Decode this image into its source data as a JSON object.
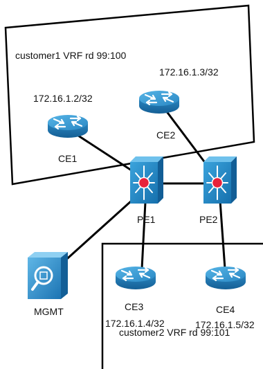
{
  "regions": {
    "customer1": {
      "label": "customer1 VRF rd 99:100"
    },
    "customer2": {
      "label": "customer2 VRF rd 99:101"
    }
  },
  "devices": {
    "ce1": {
      "name": "CE1",
      "ip": "172.16.1.2/32",
      "icon": "router-icon"
    },
    "ce2": {
      "name": "CE2",
      "ip": "172.16.1.3/32",
      "icon": "router-icon"
    },
    "ce3": {
      "name": "CE3",
      "ip": "172.16.1.4/32",
      "icon": "router-icon"
    },
    "ce4": {
      "name": "CE4",
      "ip": "172.16.1.5/32",
      "icon": "router-icon"
    },
    "pe1": {
      "name": "PE1",
      "icon": "multilayer-switch-icon"
    },
    "pe2": {
      "name": "PE2",
      "icon": "multilayer-switch-icon"
    },
    "mgmt": {
      "name": "MGMT",
      "icon": "management-server-icon"
    }
  },
  "links": [
    [
      "ce1",
      "pe1"
    ],
    [
      "ce2",
      "pe2"
    ],
    [
      "pe1",
      "pe2"
    ],
    [
      "pe1",
      "ce3"
    ],
    [
      "pe2",
      "ce4"
    ],
    [
      "pe1",
      "mgmt"
    ]
  ],
  "colors": {
    "router_top": "#2f8fc8",
    "router_side": "#1a6fa8",
    "switch_face": "#1f86c4",
    "switch_center": "#e8213a",
    "line": "#000000"
  }
}
